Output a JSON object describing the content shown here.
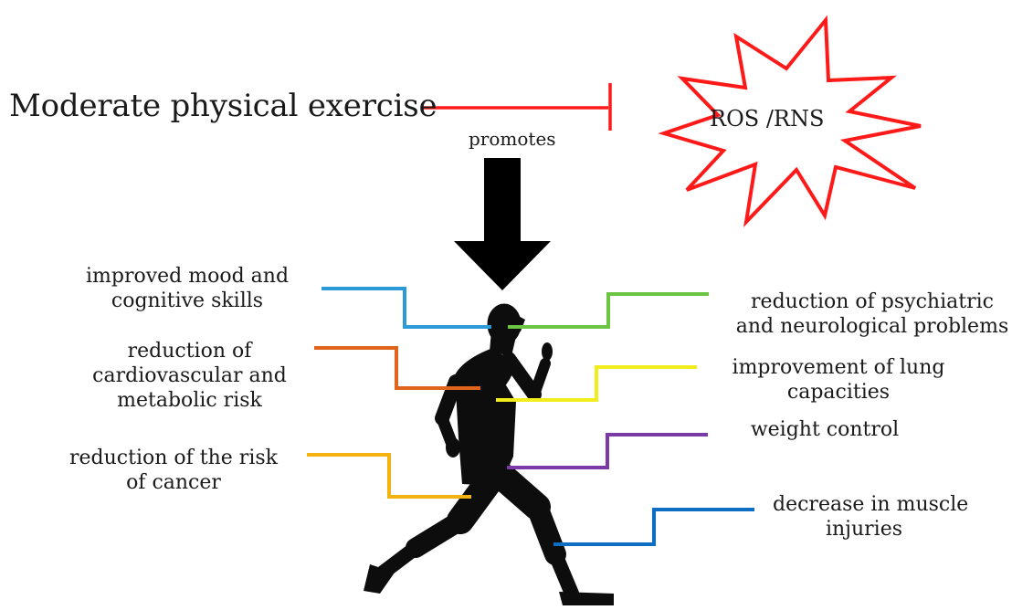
{
  "title": "Moderate physical exercise",
  "arrow_label": "promotes",
  "inhibited_target": "ROS /RNS",
  "benefits_left": [
    {
      "lines": [
        "improved mood and",
        "cognitive skills"
      ],
      "color": "#2c9ad6"
    },
    {
      "lines": [
        "reduction of",
        "cardiovascular and",
        "metabolic risk"
      ],
      "color": "#e0641c"
    },
    {
      "lines": [
        "reduction of the risk",
        "of cancer"
      ],
      "color": "#f5b312"
    }
  ],
  "benefits_right": [
    {
      "lines": [
        "reduction of psychiatric",
        "and neurological problems"
      ],
      "color": "#6cc644"
    },
    {
      "lines": [
        "improvement of lung",
        "capacities"
      ],
      "color": "#f2ee1c"
    },
    {
      "lines": [
        "weight control"
      ],
      "color": "#7a3aa8"
    },
    {
      "lines": [
        "decrease in muscle",
        "injuries"
      ],
      "color": "#0d6ec2"
    }
  ],
  "colors": {
    "inhibition": "#ff1a1a",
    "burst_outline": "#ff1a1a",
    "arrow": "#000000",
    "silhouette": "#0d0d0d"
  }
}
